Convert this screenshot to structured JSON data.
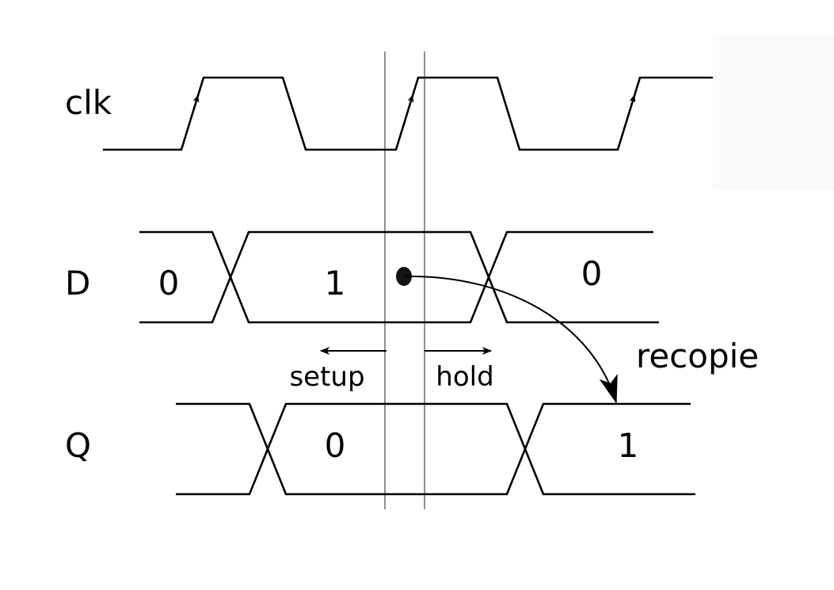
{
  "signals": {
    "clk": {
      "label": "clk"
    },
    "d": {
      "label": "D",
      "values": [
        "0",
        "1",
        "0"
      ]
    },
    "q": {
      "label": "Q",
      "values": [
        "0",
        "1"
      ]
    }
  },
  "annotations": {
    "setup": "setup",
    "hold": "hold",
    "copy": "recopie"
  }
}
